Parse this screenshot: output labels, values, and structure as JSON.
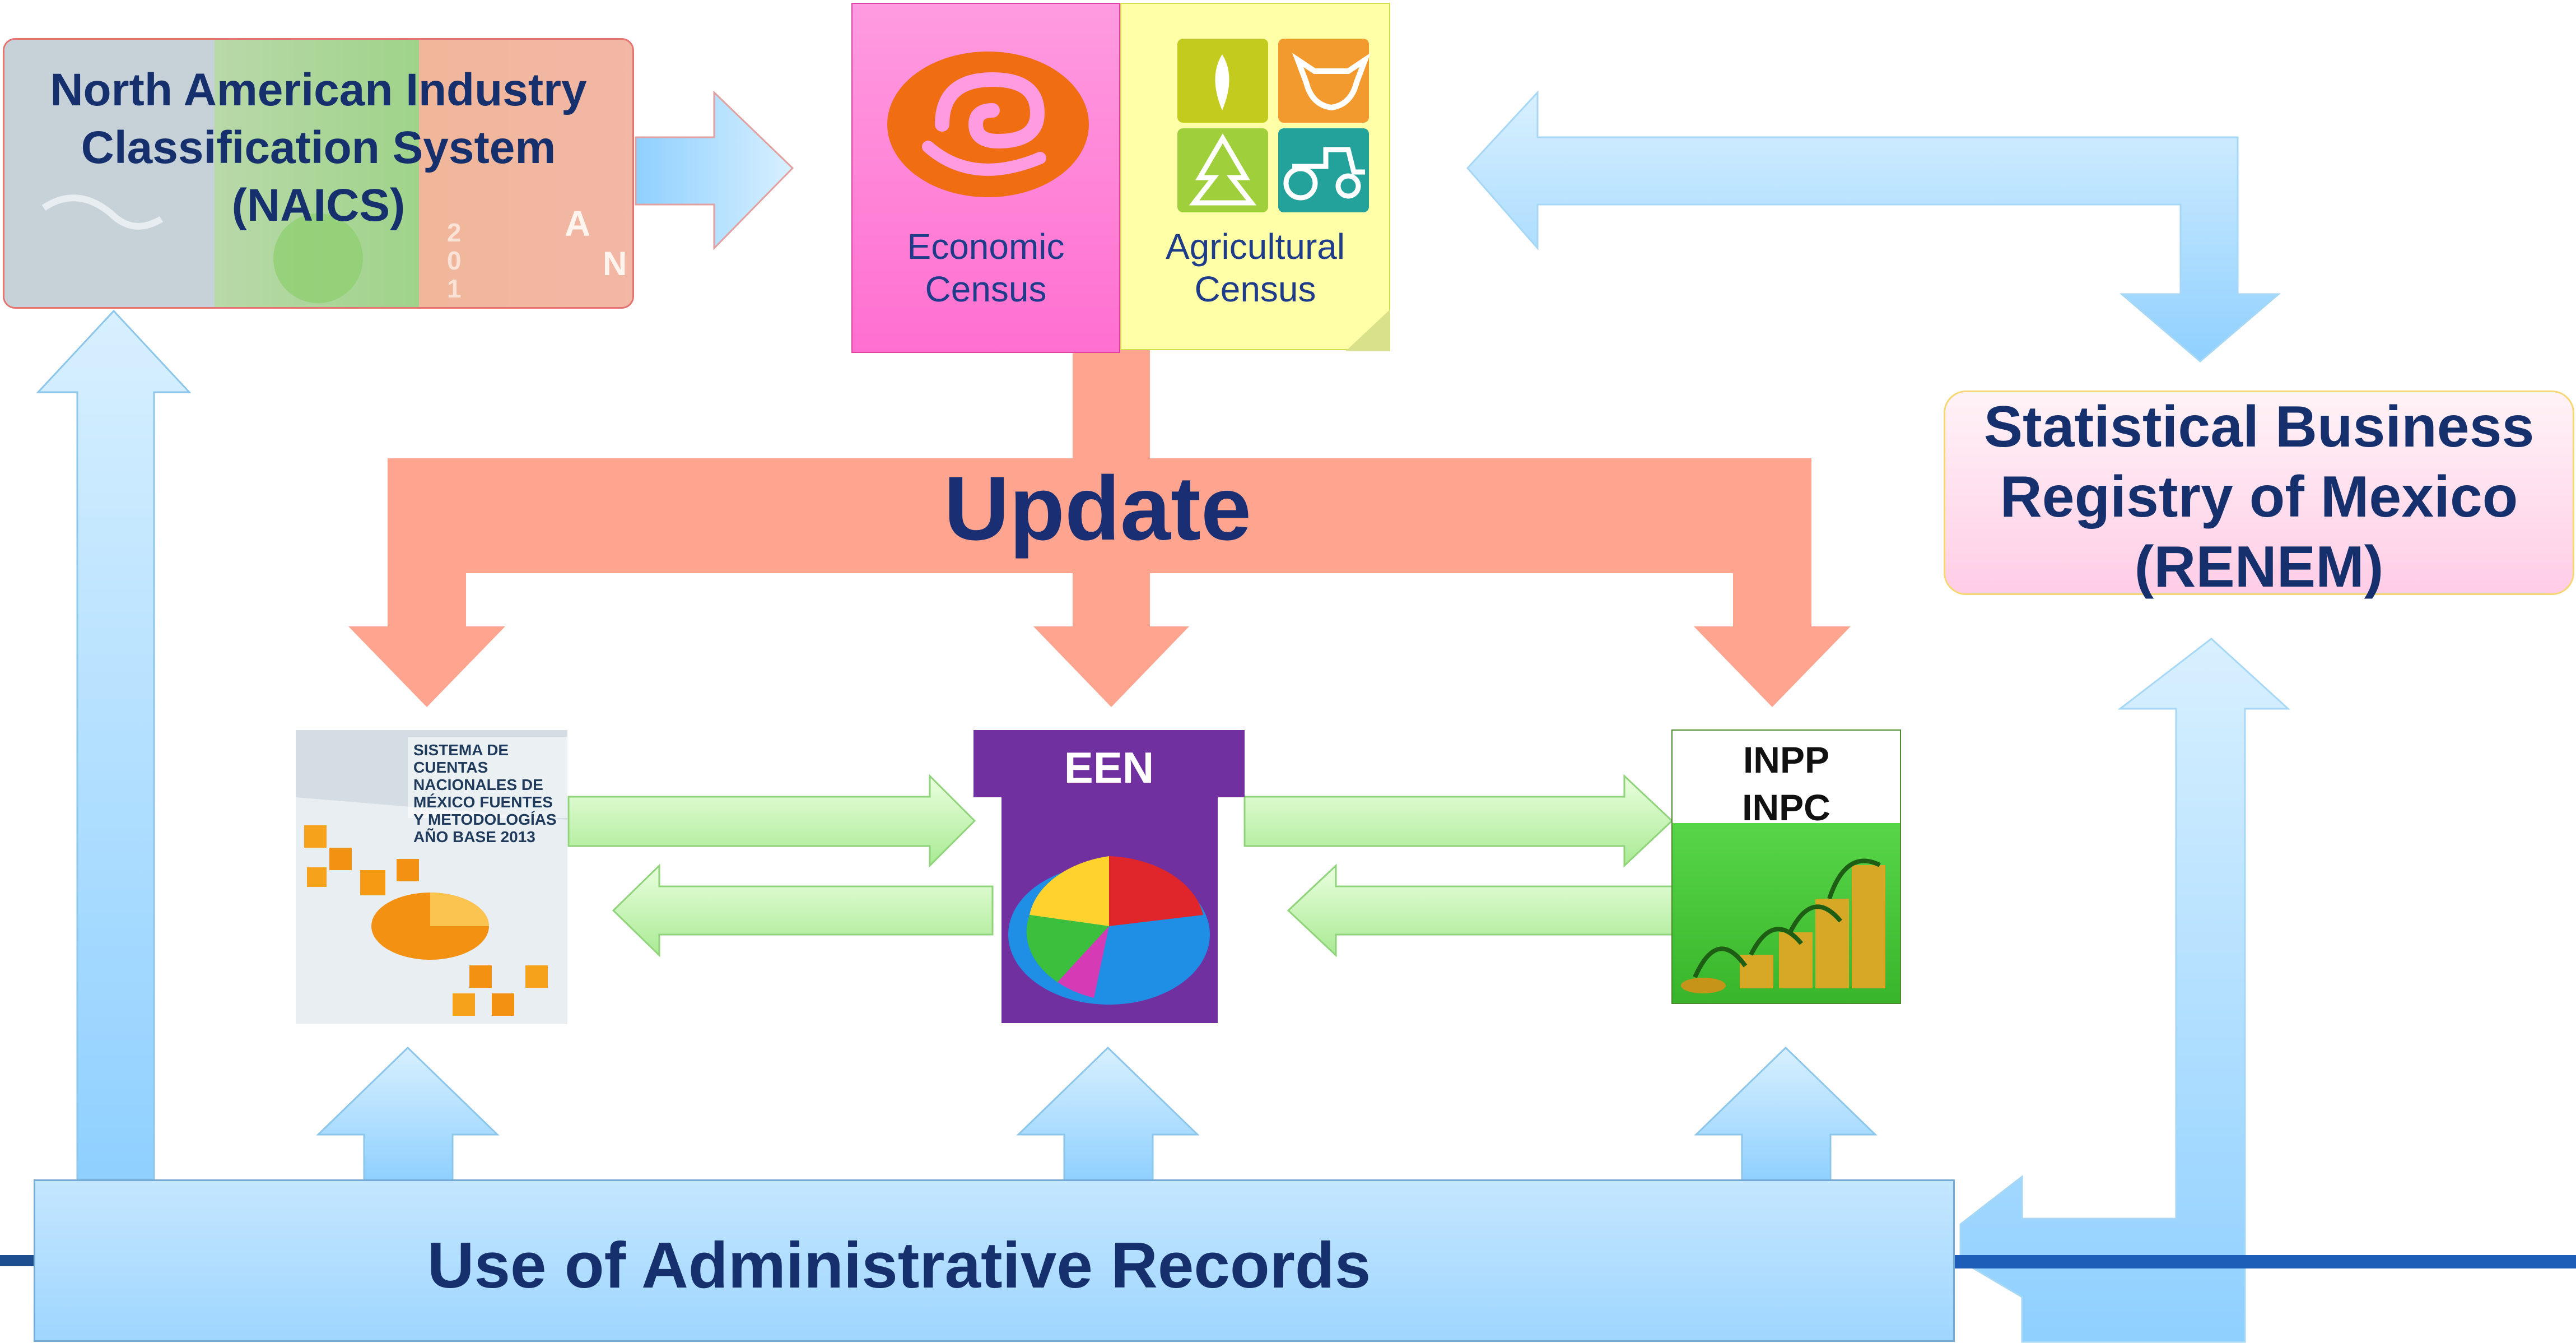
{
  "naics": {
    "title": "North American Industry Classification System (NAICS)"
  },
  "census": {
    "economic": "Economic Census",
    "agricultural": "Agricultural Census"
  },
  "update_label": "Update",
  "renem": {
    "title": "Statistical Business Registry of Mexico (RENEM)"
  },
  "records": {
    "title": "Use of Administrative Records"
  },
  "scn": {
    "cover_text": "SISTEMA DE CUENTAS NACIONALES DE MÉXICO FUENTES Y METODOLOGÍAS AÑO BASE 2013"
  },
  "een": {
    "title": "EEN"
  },
  "inpp": {
    "line1": "INPP",
    "line2": "INPC"
  },
  "colors": {
    "title_blue": "#16306e",
    "update_arrow": "#ffa48f",
    "admin_arrow": "#a9dcff",
    "green_arrow": "#c2f1b4",
    "een_purple": "#7030a0"
  }
}
